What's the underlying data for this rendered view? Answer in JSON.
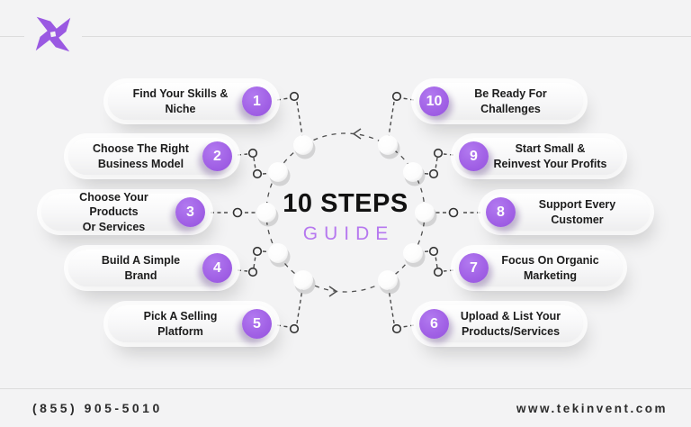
{
  "brand": {
    "logo_icon": "pinwheel-icon"
  },
  "center": {
    "title": "10 STEPS",
    "subtitle": "GUIDE"
  },
  "steps": [
    {
      "number": "1",
      "lines": [
        "Find Your Skills &",
        "Niche"
      ],
      "side": "left"
    },
    {
      "number": "2",
      "lines": [
        "Choose The Right",
        "Business Model"
      ],
      "side": "left"
    },
    {
      "number": "3",
      "lines": [
        "Choose Your Products",
        "Or Services"
      ],
      "side": "left"
    },
    {
      "number": "4",
      "lines": [
        "Build A Simple",
        "Brand"
      ],
      "side": "left"
    },
    {
      "number": "5",
      "lines": [
        "Pick A Selling",
        "Platform"
      ],
      "side": "left"
    },
    {
      "number": "6",
      "lines": [
        "Upload & List Your",
        "Products/Services"
      ],
      "side": "right"
    },
    {
      "number": "7",
      "lines": [
        "Focus On Organic",
        "Marketing"
      ],
      "side": "right"
    },
    {
      "number": "8",
      "lines": [
        "Support Every",
        "Customer"
      ],
      "side": "right"
    },
    {
      "number": "9",
      "lines": [
        "Start Small &",
        "Reinvest Your Profits"
      ],
      "side": "right"
    },
    {
      "number": "10",
      "lines": [
        "Be Ready For",
        "Challenges"
      ],
      "side": "right"
    }
  ],
  "footer": {
    "phone": "(855) 905-5010",
    "website": "www.tekinvent.com"
  },
  "colors": {
    "accent_purple": "#a262e6",
    "subtitle_purple": "#b678ef",
    "background": "#f3f3f4",
    "text_dark": "#1c1c1c",
    "rule_line": "#dcdcdc"
  }
}
